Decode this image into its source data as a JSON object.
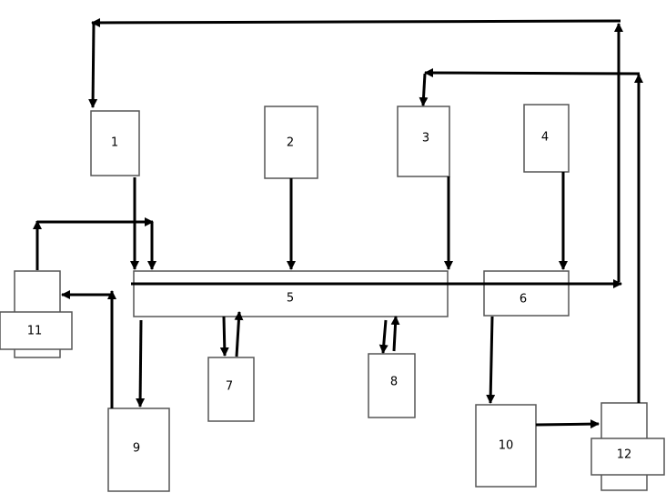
{
  "diagram": {
    "type": "process-block-diagram",
    "colors": {
      "line": "#000000",
      "box_stroke": "#555555",
      "background": "#ffffff"
    },
    "blocks": [
      {
        "id": "1",
        "label": "1"
      },
      {
        "id": "2",
        "label": "2"
      },
      {
        "id": "3",
        "label": "3"
      },
      {
        "id": "4",
        "label": "4"
      },
      {
        "id": "5",
        "label": "5"
      },
      {
        "id": "6",
        "label": "6"
      },
      {
        "id": "7",
        "label": "7"
      },
      {
        "id": "8",
        "label": "8"
      },
      {
        "id": "9",
        "label": "9"
      },
      {
        "id": "10",
        "label": "10"
      },
      {
        "id": "11",
        "label": "11"
      },
      {
        "id": "12",
        "label": "12"
      }
    ],
    "connections": [
      {
        "from": "1",
        "to": "5"
      },
      {
        "from": "2",
        "to": "5"
      },
      {
        "from": "3",
        "to": "5"
      },
      {
        "from": "4",
        "to": "6"
      },
      {
        "from": "5",
        "to": "1",
        "via": "top loop"
      },
      {
        "from": "5",
        "to": "7"
      },
      {
        "from": "7",
        "to": "5"
      },
      {
        "from": "5",
        "to": "8"
      },
      {
        "from": "8",
        "to": "5"
      },
      {
        "from": "5",
        "to": "9"
      },
      {
        "from": "9",
        "to": "11"
      },
      {
        "from": "11",
        "to": "5"
      },
      {
        "from": "6",
        "to": "10"
      },
      {
        "from": "10",
        "to": "12"
      },
      {
        "from": "12",
        "to": "3",
        "via": "right loop"
      }
    ]
  }
}
